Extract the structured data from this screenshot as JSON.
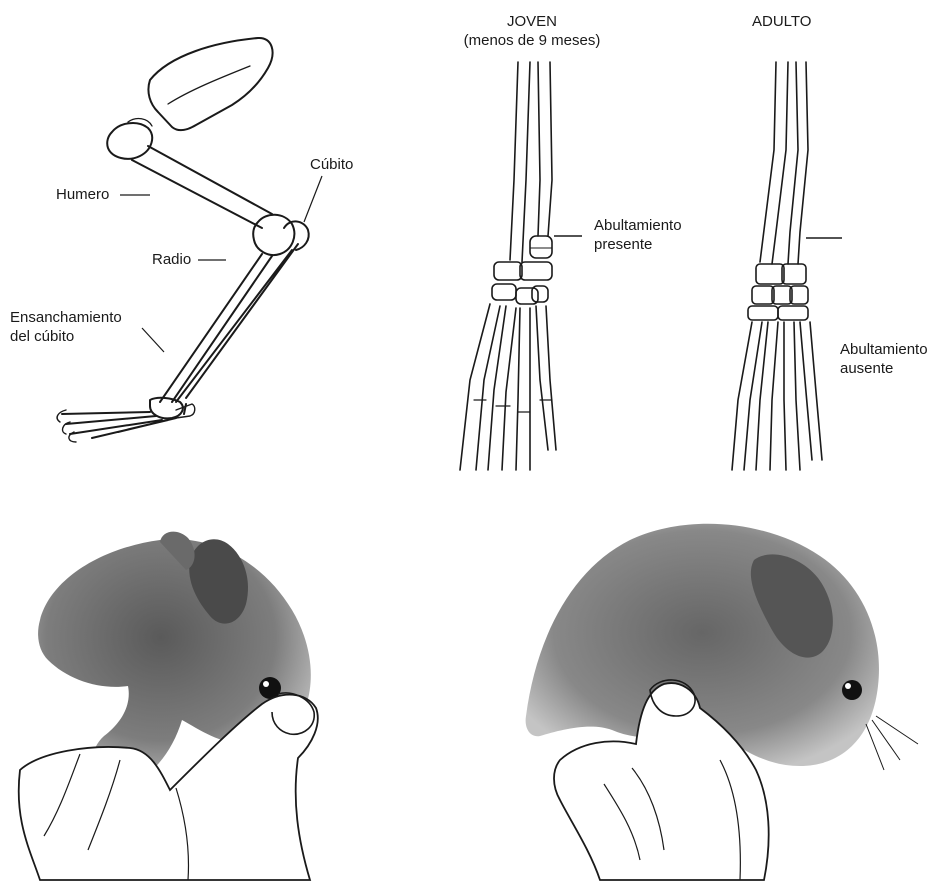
{
  "limb_diagram": {
    "labels": {
      "humero": "Humero",
      "cubito": "Cúbito",
      "radio": "Radio",
      "ensanchamiento_line1": "Ensanchamiento",
      "ensanchamiento_line2": "del cúbito"
    }
  },
  "young": {
    "title": "JOVEN",
    "subtitle": "(menos de 9 meses)",
    "note_line1": "Abultamiento",
    "note_line2": "presente"
  },
  "adult": {
    "title": "ADULTO",
    "note_line1": "Abultamiento",
    "note_line2": "ausente"
  },
  "colors": {
    "ink": "#1a1a1a",
    "fur": "#7a7a7a",
    "fur_dark": "#4a4a4a",
    "paper": "#ffffff"
  }
}
